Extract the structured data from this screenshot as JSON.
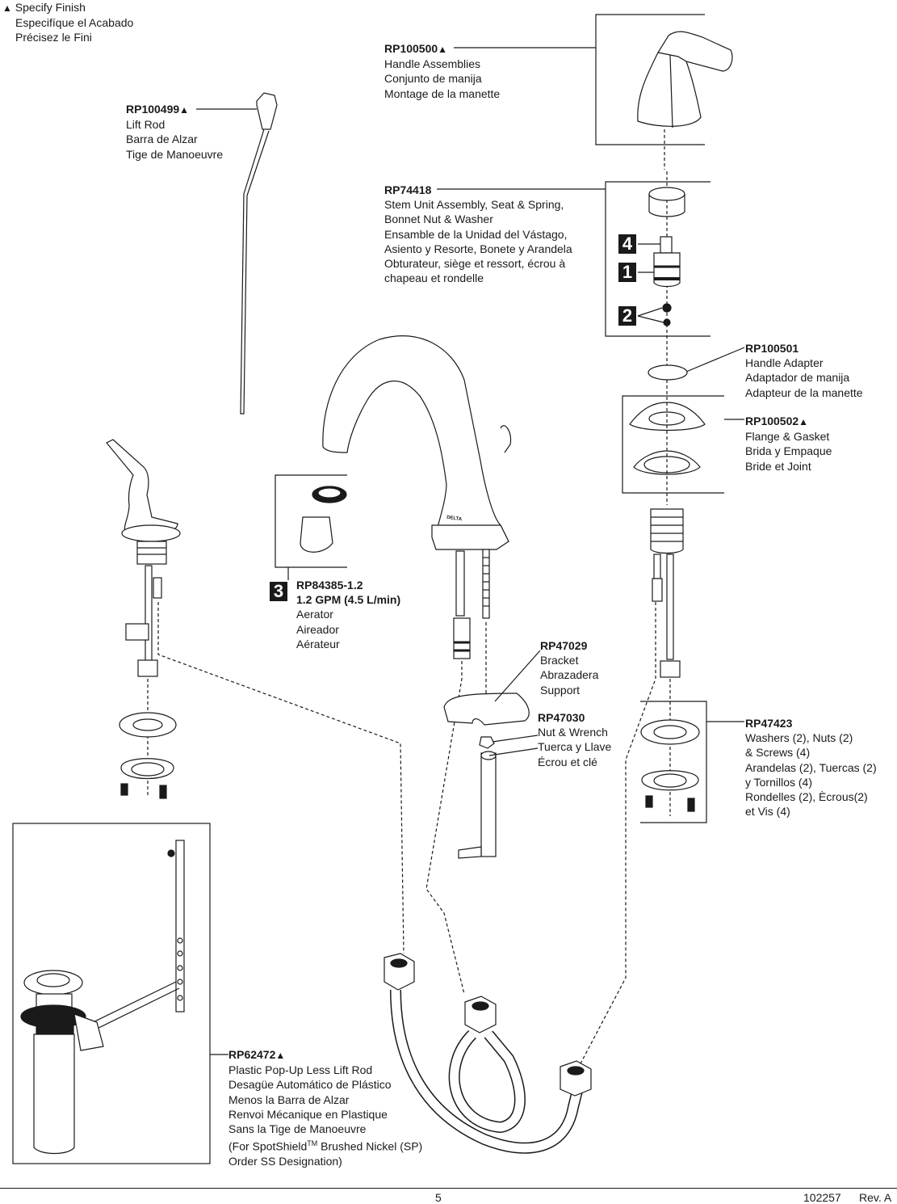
{
  "legend": {
    "symbol": "▲",
    "lines": [
      "Specify Finish",
      "Especifíque el Acabado",
      "Précisez le Fini"
    ]
  },
  "parts": {
    "lift_rod": {
      "part_number": "RP100499",
      "specify_finish": true,
      "lines": [
        "Lift Rod",
        "Barra de Alzar",
        "Tige de Manoeuvre"
      ]
    },
    "handle_assemblies": {
      "part_number": "RP100500",
      "specify_finish": true,
      "lines": [
        "Handle Assemblies",
        "Conjunto de manija",
        "Montage de la manette"
      ]
    },
    "stem_unit": {
      "part_number": "RP74418",
      "specify_finish": false,
      "lines": [
        "Stem Unit Assembly, Seat & Spring,",
        "Bonnet Nut & Washer",
        "Ensamble de la Unidad del Vástago,",
        "Asiento y Resorte, Bonete y Arandela",
        "Obturateur, siège et ressort, écrou à",
        "chapeau et rondelle"
      ]
    },
    "handle_adapter": {
      "part_number": "RP100501",
      "specify_finish": false,
      "lines": [
        "Handle Adapter",
        "Adaptador de manija",
        "Adapteur de la manette"
      ]
    },
    "flange_gasket": {
      "part_number": "RP100502",
      "specify_finish": true,
      "lines": [
        "Flange & Gasket",
        "Brida y Empaque",
        "Bride et Joint"
      ]
    },
    "aerator": {
      "part_number": "RP84385-1.2",
      "flow": "1.2 GPM (4.5 L/min)",
      "callout": "3",
      "lines": [
        "Aerator",
        "Aireador",
        "Aérateur"
      ]
    },
    "bracket": {
      "part_number": "RP47029",
      "lines": [
        "Bracket",
        "Abrazadera",
        "Support"
      ]
    },
    "nut_wrench": {
      "part_number": "RP47030",
      "lines": [
        "Nut & Wrench",
        "Tuerca y Llave",
        "Écrou et clé"
      ]
    },
    "washers_nuts": {
      "part_number": "RP47423",
      "lines": [
        "Washers (2), Nuts (2)",
        "& Screws (4)",
        "Arandelas (2), Tuercas (2)",
        "y Tornillos (4)",
        "Rondelles (2), Ècrous(2)",
        "et Vis (4)"
      ]
    },
    "popup": {
      "part_number": "RP62472",
      "specify_finish": true,
      "lines": [
        "Plastic Pop-Up Less Lift Rod",
        "Desagüe Automático de Plástico",
        "Menos la Barra de Alzar",
        "Renvoi Mécanique en Plastique",
        "Sans la Tige de Manoeuvre"
      ],
      "note_a": "(For SpotShield",
      "note_tm": "TM",
      "note_b": " Brushed Nickel (SP)",
      "note_c": "Order SS Designation)"
    }
  },
  "callouts": {
    "c4": "4",
    "c1": "1",
    "c2": "2"
  },
  "spout_brand": "DELTA",
  "footer": {
    "page": "5",
    "doc_number": "102257",
    "revision": "Rev. A"
  }
}
